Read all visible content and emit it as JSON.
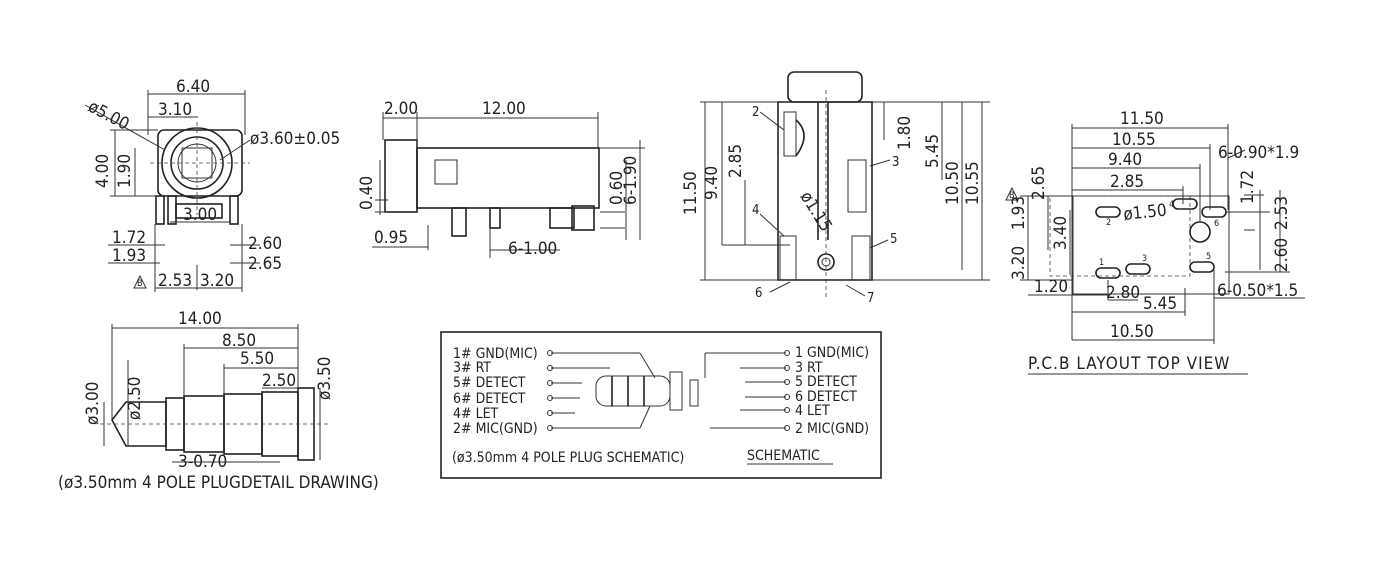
{
  "front_view": {
    "width": "6.40",
    "diameter_outer": "ø5.00",
    "offset": "3.10",
    "hole_diameter": "ø3.60±0.05",
    "height": "4.00",
    "center_height": "1.90",
    "inner_width": "3.00",
    "pin_left_a": "1.72",
    "pin_left_b": "1.93",
    "pin_right_a": "2.60",
    "pin_right_b": "2.65",
    "bottom_a": "2.53",
    "bottom_b": "3.20",
    "datum": "B"
  },
  "side_view": {
    "flange": "2.00",
    "length": "12.00",
    "base": "0.40",
    "lead": "0.95",
    "pin_pitch": "6-1.00",
    "pin_height": "0.60",
    "pin_length": "6-1.90"
  },
  "top_view": {
    "height_total": "11.50",
    "height_a": "9.40",
    "height_b": "2.85",
    "hole": "ø1.15",
    "dim_180": "1.80",
    "dim_545": "5.45",
    "dim_1050": "10.50",
    "dim_1055": "10.55",
    "callouts": [
      "2",
      "3",
      "4",
      "5",
      "6",
      "7"
    ]
  },
  "pcb": {
    "title": "P.C.B LAYOUT TOP VIEW",
    "w_1150": "11.50",
    "w_1055": "10.55",
    "w_940": "9.40",
    "w_285": "2.85",
    "pad_top": "6-0.90*1.9",
    "dim_172": "1.72",
    "hole": "ø1.50",
    "dim_253": "2.53",
    "dim_265": "2.65",
    "dim_193": "1.93",
    "dim_340": "3.40",
    "dim_320": "3.20",
    "dim_260": "2.60",
    "dim_120": "1.20",
    "dim_280": "2.80",
    "dim_545": "5.45",
    "pad_bottom": "6-0.50*1.5",
    "w_1050": "10.50",
    "pin_numbers": [
      "2",
      "4",
      "6",
      "1",
      "3",
      "5"
    ],
    "datum": "B"
  },
  "plug": {
    "length": "14.00",
    "dim_850": "8.50",
    "dim_550": "5.50",
    "dim_250": "2.50",
    "dia_300": "ø3.00",
    "dia_250": "ø2.50",
    "dia_350": "ø3.50",
    "ring": "3-0.70",
    "caption": "(ø3.50mm 4 POLE PLUGDETAIL DRAWING)"
  },
  "schematic": {
    "left_rows": [
      "1#  GND(MIC)",
      "3#  RT",
      "5# DETECT",
      "6# DETECT",
      "4#   LET",
      "2#   MIC(GND)"
    ],
    "right_rows": [
      "1  GND(MIC)",
      "3  RT",
      "5  DETECT",
      "6  DETECT",
      "4  LET",
      "2  MIC(GND)"
    ],
    "caption_left": "(ø3.50mm 4 POLE PLUG SCHEMATIC)",
    "caption_right": "SCHEMATIC"
  }
}
